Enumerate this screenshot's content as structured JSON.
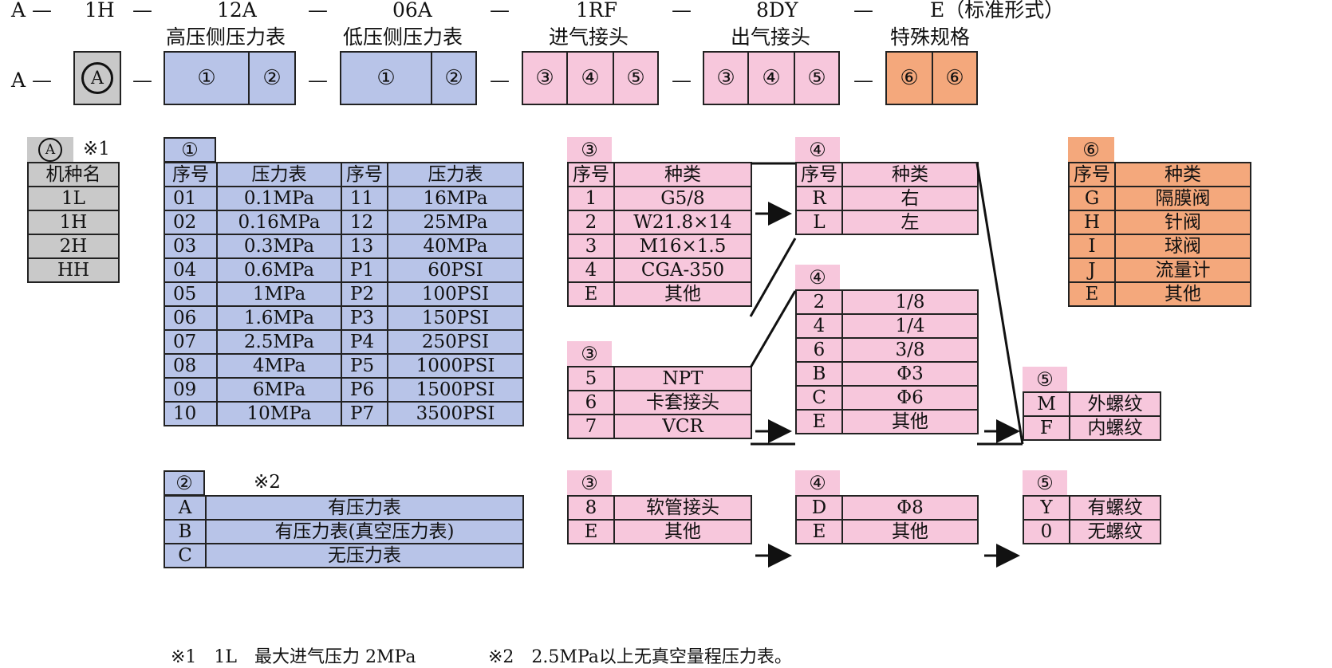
{
  "top_row": {
    "codes": [
      "A",
      "—",
      "1H",
      "—",
      "12A",
      "—",
      "06A",
      "—",
      "1RF",
      "—",
      "8DY",
      "—",
      "E（标准形式）"
    ],
    "labels": {
      "high": "高压侧压力表",
      "low": "低压侧压力表",
      "inlet": "进气接头",
      "outlet": "出气接头",
      "special": "特殊规格"
    }
  },
  "model_row": {
    "prefix": "A",
    "dash": "—",
    "model_symbol": "A",
    "sym1": "①",
    "sym2": "②",
    "sym3": "③",
    "sym4": "④",
    "sym5": "⑤",
    "sym6": "⑥"
  },
  "model_table": {
    "symbol": "A",
    "note_mark": "※1",
    "header": "机种名",
    "rows": [
      "1L",
      "1H",
      "2H",
      "HH"
    ]
  },
  "gauge_table": {
    "tag": "①",
    "headers": [
      "序号",
      "压力表",
      "序号",
      "压力表"
    ],
    "rows": [
      [
        "01",
        "0.1MPa",
        "11",
        "16MPa"
      ],
      [
        "02",
        "0.16MPa",
        "12",
        "25MPa"
      ],
      [
        "03",
        "0.3MPa",
        "13",
        "40MPa"
      ],
      [
        "04",
        "0.6MPa",
        "P1",
        "60PSI"
      ],
      [
        "05",
        "1MPa",
        "P2",
        "100PSI"
      ],
      [
        "06",
        "1.6MPa",
        "P3",
        "150PSI"
      ],
      [
        "07",
        "2.5MPa",
        "P4",
        "250PSI"
      ],
      [
        "08",
        "4MPa",
        "P5",
        "1000PSI"
      ],
      [
        "09",
        "6MPa",
        "P6",
        "1500PSI"
      ],
      [
        "10",
        "10MPa",
        "P7",
        "3500PSI"
      ]
    ]
  },
  "gauge_option_table": {
    "tag": "②",
    "note_mark": "※2",
    "rows": [
      [
        "A",
        "有压力表"
      ],
      [
        "B",
        "有压力表(真空压力表)"
      ],
      [
        "C",
        "无压力表"
      ]
    ]
  },
  "fitting_table_1": {
    "tag": "③",
    "headers": [
      "序号",
      "种类"
    ],
    "rows": [
      [
        "1",
        "G5/8"
      ],
      [
        "2",
        "W21.8×14"
      ],
      [
        "3",
        "M16×1.5"
      ],
      [
        "4",
        "CGA-350"
      ],
      [
        "E",
        "其他"
      ]
    ]
  },
  "fitting_table_2": {
    "tag": "③",
    "rows": [
      [
        "5",
        "NPT"
      ],
      [
        "6",
        "卡套接头"
      ],
      [
        "7",
        "VCR"
      ]
    ]
  },
  "fitting_table_3": {
    "tag": "③",
    "rows": [
      [
        "8",
        "软管接头"
      ],
      [
        "E",
        "其他"
      ]
    ]
  },
  "direction_table": {
    "tag": "④",
    "headers": [
      "序号",
      "种类"
    ],
    "rows": [
      [
        "R",
        "右"
      ],
      [
        "L",
        "左"
      ]
    ]
  },
  "size_table": {
    "tag": "④",
    "rows": [
      [
        "2",
        "1/8"
      ],
      [
        "4",
        "1/4"
      ],
      [
        "6",
        "3/8"
      ],
      [
        "B",
        "Φ3"
      ],
      [
        "C",
        "Φ6"
      ],
      [
        "E",
        "其他"
      ]
    ]
  },
  "size_table_2": {
    "tag": "④",
    "rows": [
      [
        "D",
        "Φ8"
      ],
      [
        "E",
        "其他"
      ]
    ]
  },
  "thread_table": {
    "tag": "⑤",
    "rows": [
      [
        "M",
        "外螺纹"
      ],
      [
        "F",
        "内螺纹"
      ]
    ]
  },
  "thread_table_2": {
    "tag": "⑤",
    "rows": [
      [
        "Y",
        "有螺纹"
      ],
      [
        "0",
        "无螺纹"
      ]
    ]
  },
  "special_table": {
    "tag": "⑥",
    "headers": [
      "序号",
      "种类"
    ],
    "rows": [
      [
        "G",
        "隔膜阀"
      ],
      [
        "H",
        "针阀"
      ],
      [
        "I",
        "球阀"
      ],
      [
        "J",
        "流量计"
      ],
      [
        "E",
        "其他"
      ]
    ]
  },
  "footnotes": {
    "note1": "※1　1L　最大进气压力 2MPa",
    "note2": "※2　2.5MPa以上无真空量程压力表。"
  }
}
